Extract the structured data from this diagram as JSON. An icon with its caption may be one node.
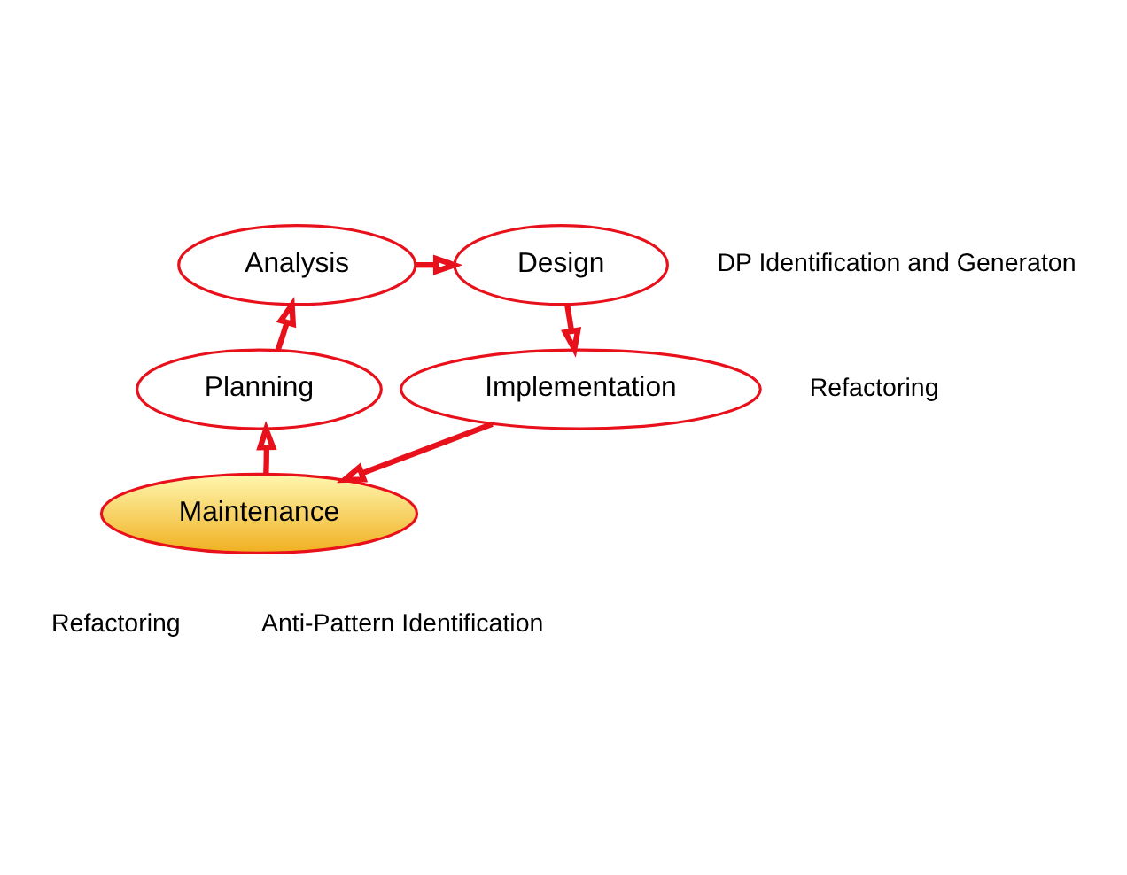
{
  "diagram": {
    "nodes": [
      {
        "text": [
          "Analysis"
        ]
      },
      {
        "text": [
          "Design"
        ],
        "beside": [
          "DP Identification and Generaton"
        ]
      },
      {
        "text": [
          "Implementation"
        ],
        "beside": [
          "Refactoring"
        ]
      },
      {
        "text": [
          "Maintenance"
        ],
        "beside": [
          "Refactoring",
          "Anti-Pattern Identification"
        ]
      },
      {
        "text": [
          "Planning"
        ]
      }
    ],
    "edges": [
      {
        "from": 0,
        "to": 1,
        "arrow": "to"
      },
      {
        "from": 1,
        "to": 2,
        "arrow": "to"
      },
      {
        "from": 2,
        "to": 3,
        "arrow": "to"
      },
      {
        "from": 3,
        "to": 4,
        "arrow": "to"
      },
      {
        "from": 4,
        "to": 0,
        "arrow": "to"
      }
    ]
  }
}
